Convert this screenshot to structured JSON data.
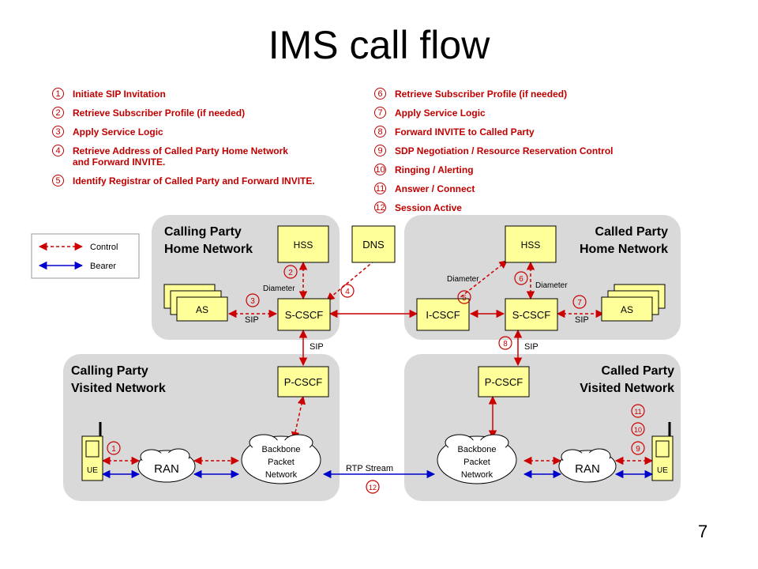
{
  "title": "IMS call flow",
  "page_number": "7",
  "steps_left": [
    {
      "num": "1",
      "line1": "Initiate SIP Invitation",
      "line2": ""
    },
    {
      "num": "2",
      "line1": "Retrieve Subscriber Profile (if needed)",
      "line2": ""
    },
    {
      "num": "3",
      "line1": "Apply Service Logic",
      "line2": ""
    },
    {
      "num": "4",
      "line1": "Retrieve Address of Called Party Home Network",
      "line2": "and Forward INVITE."
    },
    {
      "num": "5",
      "line1": "Identify Registrar of Called Party and Forward INVITE.",
      "line2": ""
    }
  ],
  "steps_right": [
    {
      "num": "6",
      "line1": "Retrieve Subscriber Profile (if needed)",
      "line2": ""
    },
    {
      "num": "7",
      "line1": "Apply Service Logic",
      "line2": ""
    },
    {
      "num": "8",
      "line1": "Forward INVITE to Called Party",
      "line2": ""
    },
    {
      "num": "9",
      "line1": "SDP Negotiation / Resource Reservation Control",
      "line2": ""
    },
    {
      "num": "10",
      "line1": "Ringing / Alerting",
      "line2": ""
    },
    {
      "num": "11",
      "line1": "Answer / Connect",
      "line2": ""
    },
    {
      "num": "12",
      "line1": "Session Active",
      "line2": ""
    }
  ],
  "legend": {
    "control": "Control",
    "bearer": "Bearer"
  },
  "regions": {
    "calling_home_1": "Calling Party",
    "calling_home_2": "Home Network",
    "called_home_1": "Called Party",
    "called_home_2": "Home Network",
    "calling_visited_1": "Calling Party",
    "calling_visited_2": "Visited Network",
    "called_visited_1": "Called Party",
    "called_visited_2": "Visited Network"
  },
  "nodes": {
    "hss": "HSS",
    "dns": "DNS",
    "scscf": "S-CSCF",
    "icscf": "I-CSCF",
    "pcscf": "P-CSCF",
    "as": "AS",
    "ue": "UE",
    "ran": "RAN",
    "backbone_1": "Backbone",
    "backbone_2": "Packet",
    "backbone_3": "Network"
  },
  "links": {
    "sip": "SIP",
    "diameter": "Diameter",
    "rtp": "RTP Stream"
  },
  "markers": {
    "m1": "1",
    "m2": "2",
    "m3": "3",
    "m4": "4",
    "m5": "5",
    "m6": "6",
    "m7": "7",
    "m8": "8",
    "m9": "9",
    "m10": "10",
    "m11": "11",
    "m12": "12"
  },
  "colors": {
    "control": "#cc0000",
    "bearer": "#0000cc",
    "node_fill": "#ffff99",
    "region": "#d9d9d9",
    "step_text": "#c00000"
  }
}
